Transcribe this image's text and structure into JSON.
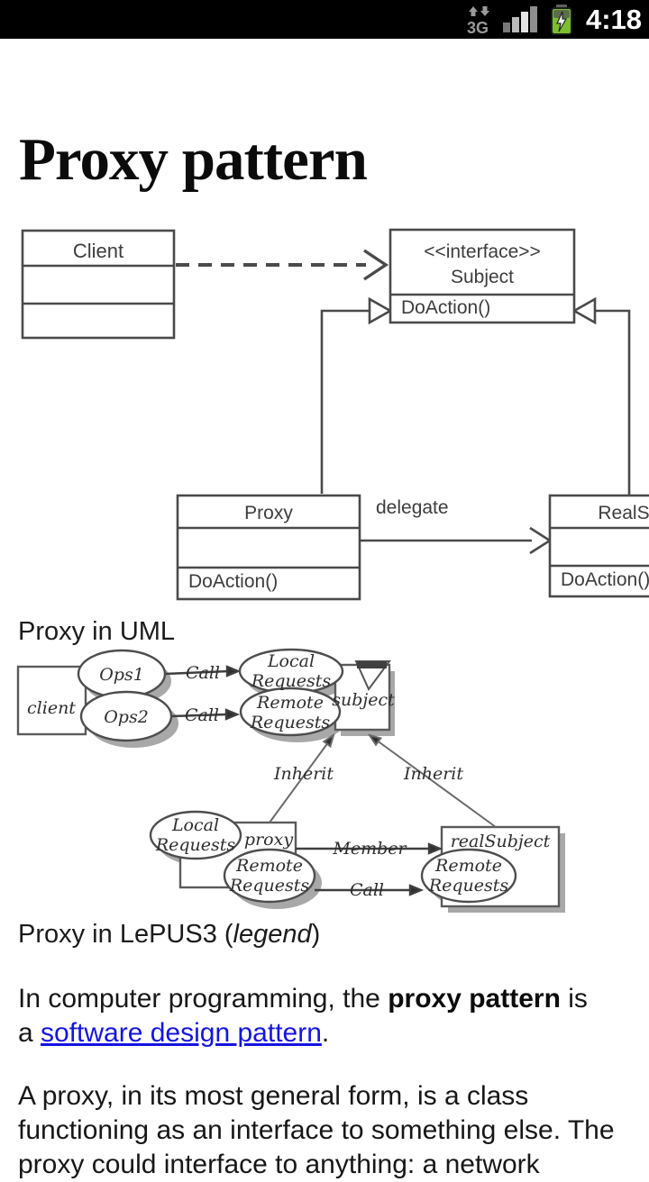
{
  "status_bar": {
    "time": "4:18",
    "network_icon": "3g-data-icon",
    "signal_icon": "signal-strength-icon",
    "battery_icon": "battery-charging-icon",
    "battery_color": "#7cbf2d"
  },
  "article": {
    "title": "Proxy pattern",
    "uml": {
      "caption": "Proxy in UML",
      "client": "Client",
      "interface_stereotype": "<<interface>>",
      "interface_name": "Subject",
      "interface_method": "DoAction()",
      "proxy": "Proxy",
      "proxy_method": "DoAction()",
      "real_subject": "RealSubject",
      "real_subject_method": "DoAction()",
      "delegate": "delegate"
    },
    "lepus": {
      "caption_prefix": "Proxy in LePUS3 (",
      "caption_italic": "legend",
      "caption_suffix": ")",
      "client": "client",
      "ops1": "Ops1",
      "ops2": "Ops2",
      "call": "Call",
      "local_line1": "Local",
      "local_line2": "Requests",
      "remote_line1": "Remote",
      "remote_line2": "Requests",
      "subject": "subject",
      "inherit": "Inherit",
      "proxy": "proxy",
      "member": "Member",
      "real_subject": "realSubject"
    },
    "paragraph1": {
      "part1": "In computer programming, the ",
      "bold": "proxy pattern",
      "part2": " is",
      "line2_prefix": "a ",
      "link": "software design pattern",
      "line2_suffix": "."
    },
    "paragraph2": {
      "line1": "A proxy, in its most general form, is a class",
      "line2": "functioning as an interface to something else. The",
      "line3": "proxy could interface to anything: a network"
    },
    "link_color": "#1414e0"
  }
}
